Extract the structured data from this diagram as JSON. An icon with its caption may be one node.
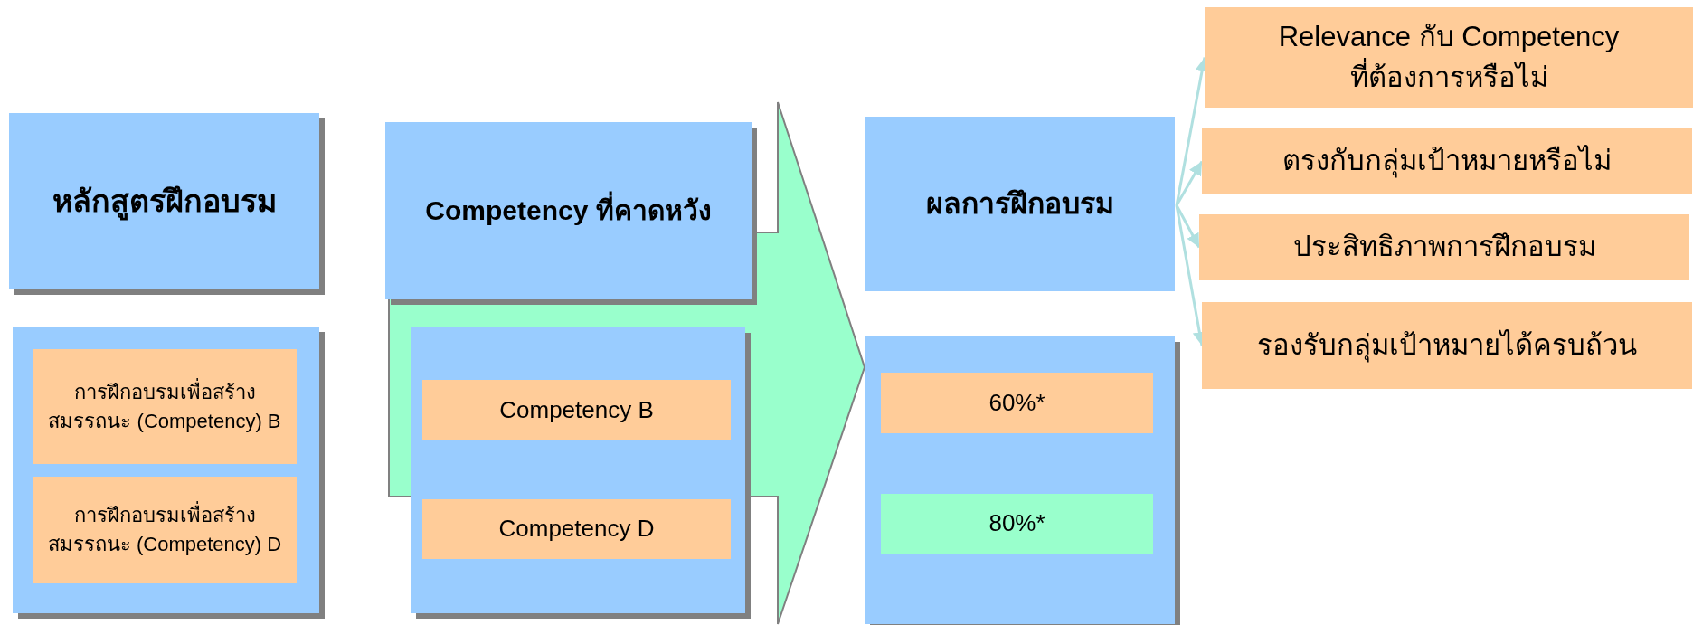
{
  "diagram": {
    "nodes": [
      {
        "text": [
          "หลักสูตรฝึกอบรม"
        ]
      },
      {
        "text": [],
        "shape": "box"
      },
      {
        "text": [
          "การฝึกอบรมเพื่อสร้างสมรรถนะ (Competency) B"
        ],
        "in": 1
      },
      {
        "text": [
          "การฝึกอบรมเพื่อสร้างสมรรถนะ (Competency) D"
        ],
        "in": 1
      },
      {
        "text": [
          "Competency ที่คาดหวัง"
        ]
      },
      {
        "text": [],
        "shape": "box"
      },
      {
        "text": [
          "Competency B"
        ],
        "in": 5
      },
      {
        "text": [
          "Competency D"
        ],
        "in": 5
      },
      {
        "text": [
          "ผลการฝึกอบรม"
        ]
      },
      {
        "text": [],
        "shape": "box"
      },
      {
        "text": [
          "60%*"
        ],
        "in": 9
      },
      {
        "text": [
          "80%*"
        ],
        "in": 9
      },
      {
        "text": [
          "Relevance กับ Competency ที่ต้องการหรือไม่"
        ]
      },
      {
        "text": [
          "ตรงกับกลุ่มเป้าหมายหรือไม่"
        ]
      },
      {
        "text": [
          "ประสิทธิภาพการฝึกอบรม"
        ]
      },
      {
        "text": [
          "รองรับกลุ่มเป้าหมายได้ครบถ้วน"
        ]
      }
    ],
    "edges": [
      {
        "from": 5,
        "to": 9,
        "arrow": "to",
        "style": "thick",
        "color": "#99ffcc"
      },
      {
        "from": 8,
        "to": 12,
        "arrow": "to"
      },
      {
        "from": 8,
        "to": 13,
        "arrow": "to"
      },
      {
        "from": 8,
        "to": 14,
        "arrow": "to"
      },
      {
        "from": 8,
        "to": 15,
        "arrow": "to"
      }
    ]
  }
}
